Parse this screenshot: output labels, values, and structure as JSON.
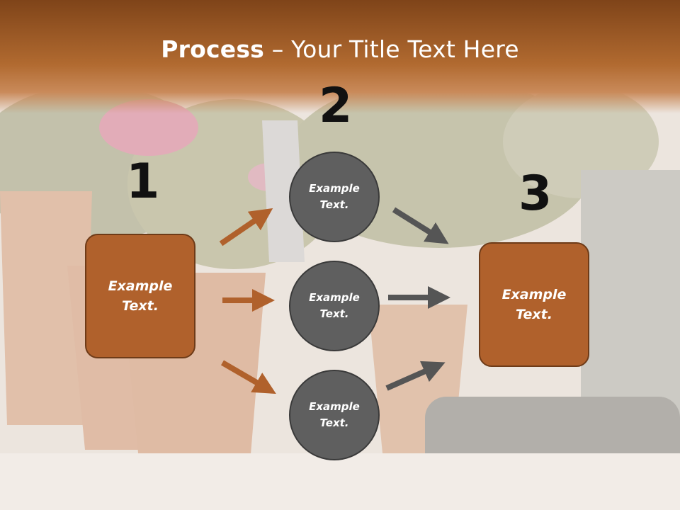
{
  "slide": {
    "title_bold": "Process",
    "title_rest": " – Your Title Text Here",
    "colors": {
      "header": "#a55a22",
      "box": "#b0612c",
      "circle": "#5f5f5f"
    }
  },
  "steps": {
    "n1": "1",
    "n2": "2",
    "n3": "3"
  },
  "boxes": {
    "left": "Example\nText.",
    "right": "Example\nText."
  },
  "circles": [
    {
      "text": "Example\nText."
    },
    {
      "text": "Example\nText."
    },
    {
      "text": "Example\nText."
    }
  ]
}
